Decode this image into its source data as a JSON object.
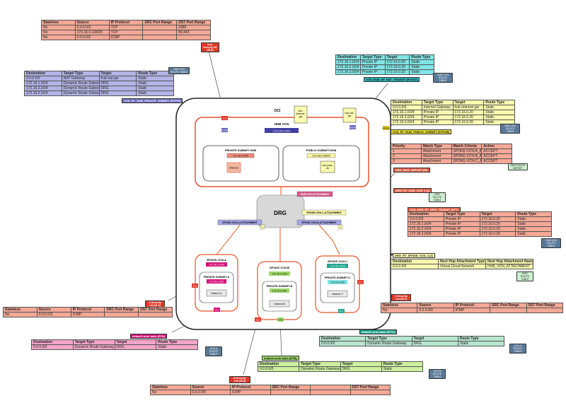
{
  "colors": {
    "salmon": "#f5a896",
    "salmon_dark": "#e05a3f",
    "lavender": "#b3b3e6",
    "cyan": "#7fe5e5",
    "yellow": "#fafab0",
    "pink": "#f2a6c9",
    "teal": "#1fa88f",
    "green": "#cdf0a0",
    "hub_orange": "#e8532a",
    "pink_subnet": "#d6127a",
    "red_label": "#e03a2a"
  },
  "top_sl": {
    "headers": [
      "Stateless",
      "Source",
      "IP Protocol",
      "SRC Port Range",
      "DST Port Range"
    ],
    "rows": [
      [
        "No",
        "0.0.0.0/0",
        "TCP",
        "",
        "3389"
      ],
      [
        "No",
        "172.16.0.128/25",
        "TCP",
        "",
        "80,443"
      ],
      [
        "No",
        "0.0.0.0/0",
        "ICMP",
        "",
        ""
      ]
    ],
    "label": "hub-security list (SLH)"
  },
  "rt_private": {
    "headers": [
      "Destination",
      "Target Type",
      "Target",
      "Route Type"
    ],
    "rows": [
      [
        "0.0.0.0/0",
        "NAT Gateway",
        "hub-nat-gw",
        "Static"
      ],
      [
        "172.16.1.0/24",
        "Dynamic Route Gateway",
        "DRG",
        "Static"
      ],
      [
        "172.16.2.0/24",
        "Dynamic Route Gateway",
        "DRG",
        "Static"
      ],
      [
        "172.16.3.0/24",
        "Dynamic Route Gateway",
        "DRG",
        "Static"
      ]
    ],
    "label": "VCN_RT_HUB_PRIVATE_SUBNET (RTPRI)",
    "note": "HUB VCN ROUTE TABLE"
  },
  "rt_transit": {
    "headers": [
      "Destination",
      "Target Type",
      "Target",
      "Route Type"
    ],
    "rows": [
      [
        "172.16.1.0/24",
        "Private IP",
        "172.16.0.20",
        "Static"
      ],
      [
        "172.16.2.0/24",
        "Private IP",
        "172.16.0.20",
        "Static"
      ],
      [
        "172.16.3.0/24",
        "Private IP",
        "172.16.0.20",
        "Static"
      ]
    ],
    "label": "VCN_HUB_SF_NAT_TRANSIT (RTNAT)",
    "note": "HUB VCN ROUTE TABLE"
  },
  "rt_public": {
    "headers": [
      "Destination",
      "Target Type",
      "Target",
      "Route Type"
    ],
    "rows": [
      [
        "0.0.0.0/0",
        "Internet Gateway",
        "hub-internet-gw",
        "Static"
      ],
      [
        "172.16.1.0/24",
        "Private IP",
        "172.16.0.20",
        "Static"
      ],
      [
        "172.16.2.0/24",
        "Private IP",
        "172.16.0.20",
        "Static"
      ],
      [
        "172.16.3.0/24",
        "Private IP",
        "172.16.0.20",
        "Static"
      ]
    ],
    "label": "VCN_RT_HUB_PUBLIC_SUBNET (RTPUB)",
    "note": "HUB VCN ROUTE TABLE"
  },
  "drg_import": {
    "headers": [
      "Priority",
      "Match Type",
      "Match Criteria",
      "Action"
    ],
    "rows": [
      [
        "1",
        "Attachment",
        "SPOKE-VCN-A_ATTACHMENT",
        "ACCEPT"
      ],
      [
        "2",
        "Attachment",
        "SPOKE-VCN-B_ATTACHMENT",
        "ACCEPT"
      ],
      [
        "3",
        "Attachment",
        "SPOKE-VCN-C_ATTACHMENT",
        "ACCEPT"
      ]
    ],
    "label": "DRG_RDG_IMPORT (RI)",
    "note": "DRG ROUTE IMPORT"
  },
  "drg_hub_rt": {
    "label": "DRG_RT_HUB_VCN_1 (1)",
    "note": "DRG ROUTE TABLE"
  },
  "drg_transit": {
    "title": "VCN_HUB_RT_DRG_TRANSIT (RTT)",
    "headers": [
      "Destination",
      "Target Type",
      "Target",
      "Route Type"
    ],
    "rows": [
      [
        "0.0.0.0/0",
        "Private IP",
        "172.16.0.20",
        "Static"
      ],
      [
        "172.16.1.0/24",
        "Private IP",
        "172.16.0.20",
        "Static"
      ],
      [
        "172.16.2.0/24",
        "Private IP",
        "172.16.0.20",
        "Static"
      ],
      [
        "172.16.3.0/24",
        "Private IP",
        "172.16.0.20",
        "Static"
      ]
    ],
    "note": "HUB VCN ROUTE TABLE"
  },
  "drg_spoke_rt": {
    "label": "DRG_RT_SPOKE_VCN_2 (2)",
    "headers": [
      "Destination",
      "Next Hop Attachment Type",
      "Next Hop Attachment Name"
    ],
    "rows": [
      [
        "0.0.0.0/0",
        "Virtual Cloud Network",
        "HUB_VCN_ATTACHMENT"
      ]
    ],
    "note": "DRG ROUTE TABLE"
  },
  "sl_a": {
    "label": "A-Security List (SLA)",
    "headers": [
      "Stateless",
      "Source",
      "IP Protocol",
      "SRC Port Range",
      "DST Port Range"
    ],
    "rows": [
      [
        "No",
        "0.0.0.0/0",
        "ICMP",
        "",
        ""
      ]
    ]
  },
  "sl_c": {
    "label": "C-Security List (SLC)",
    "headers": [
      "Stateless",
      "Source",
      "IP Protocol",
      "SRC Port Range",
      "DST Port Range"
    ],
    "rows": [
      [
        "No",
        "0.0.0.0/0",
        "ICMP",
        "",
        ""
      ]
    ]
  },
  "sl_b": {
    "label": "B-Security List (SLB)",
    "headers": [
      "Stateless",
      "Source",
      "IP Protocol",
      "SRC Port Range",
      "",
      "DST Port Range"
    ],
    "rows": [
      [
        "No",
        "0.0.0.0/0",
        "ICMP",
        "",
        "",
        ""
      ]
    ]
  },
  "rt_a": {
    "label": "default route table (RTA)",
    "headers": [
      "Destination",
      "Target Type",
      "Target",
      "Route Type"
    ],
    "rows": [
      [
        "0.0.0.0/0",
        "Dynamic Route Gateway",
        "DRG",
        "Static"
      ]
    ],
    "note": "VCN A ROUTE TABLE"
  },
  "rt_b": {
    "label": "default route table (RTB)",
    "headers": [
      "Destination",
      "Target Type",
      "Target",
      "Route Type"
    ],
    "rows": [
      [
        "0.0.0.0/0",
        "Dynamic Route Gateway",
        "DRG",
        "Static"
      ]
    ],
    "note": "VCN B ROUTE TABLE"
  },
  "rt_c": {
    "label": "default route table (RTC)",
    "headers": [
      "Destination",
      "Target Type",
      "Target",
      "Route Type"
    ],
    "rows": [
      [
        "0.0.0.0/0",
        "Dynamic Route Gateway",
        "DRG",
        "Static"
      ]
    ],
    "note": "VCN C ROUTE TABLE"
  },
  "oci": {
    "label": "OCI",
    "hub_vcn": {
      "label": "HUB VCN",
      "cidr": "172.16.0.0/24"
    },
    "internet_gw": "hub-internet-gw",
    "nat_gw": "hub-nat-gw",
    "private_subnet": {
      "label": "PRIVATE-SUBNET-HUB",
      "cidr": "172.16.0.0/25",
      "pfsense": "pfSense"
    },
    "public_subnet": {
      "label": "PUBLIC-SUBNET-HUB",
      "cidr": "172.16.0.128/25",
      "jump": "hub-jump-vm"
    },
    "hub_attachment": "HUB-VCN-ATTACHMENT",
    "drg": "DRG",
    "att_a": "SPOKE-VCN-A-ATTACHMENT",
    "att_b": "SPOKE-VCN-B-ATTACHMENT",
    "att_c": "SPOKE-VCN-C-ATTACHMENT",
    "spoke_a": {
      "label": "SPOKE-VCN-A",
      "cidr": "172.16.1.0/24",
      "subnet": "PRIVATE-SUBNET-A",
      "subnet_cidr": "172.16.1.0/25",
      "instance": "Instance-A"
    },
    "spoke_b": {
      "label": "SPOKE-VCN-B",
      "cidr": "172.16.2.0/24",
      "subnet": "PRIVATE-SUBNET-B",
      "subnet_cidr": "172.16.2.0/25",
      "instance": "Instance-B"
    },
    "spoke_c": {
      "label": "SPOKE-VCN-C",
      "cidr": "172.16.3.0/24",
      "subnet": "PRIVATE-SUBNET-C",
      "subnet_cidr": "172.16.3.0/25",
      "instance": "Instance-C"
    },
    "badges": {
      "slh": "SLH",
      "rtpri": "RTPRI",
      "rtpub": "RTPUB",
      "rtnat": "RTNAT",
      "one": "1",
      "two": "2",
      "sla": "SLA",
      "slb": "SLB",
      "slc": "SLC",
      "rta": "RTA",
      "rtb": "RTB",
      "rtc": "RTC"
    }
  }
}
